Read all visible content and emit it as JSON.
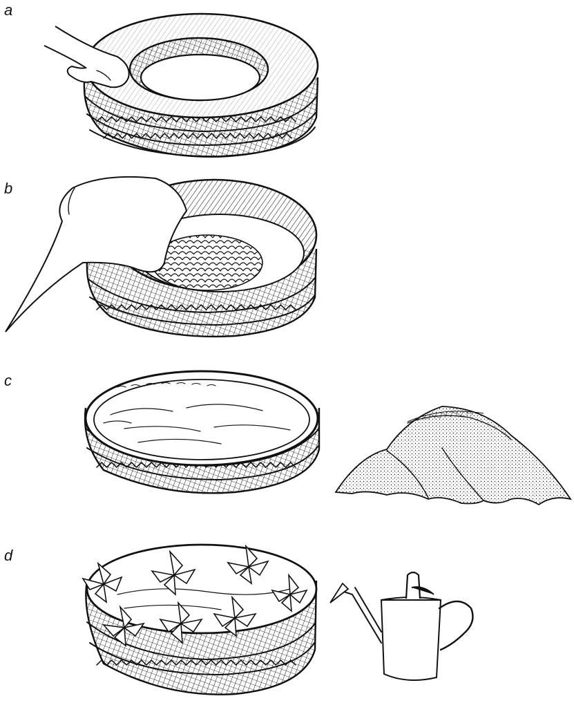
{
  "figure": {
    "panels": [
      {
        "id": "a",
        "label": "a"
      },
      {
        "id": "b",
        "label": "b"
      },
      {
        "id": "c",
        "label": "c"
      },
      {
        "id": "d",
        "label": "d"
      }
    ]
  },
  "colors": {
    "ink": "#111111",
    "paper": "#ffffff"
  }
}
